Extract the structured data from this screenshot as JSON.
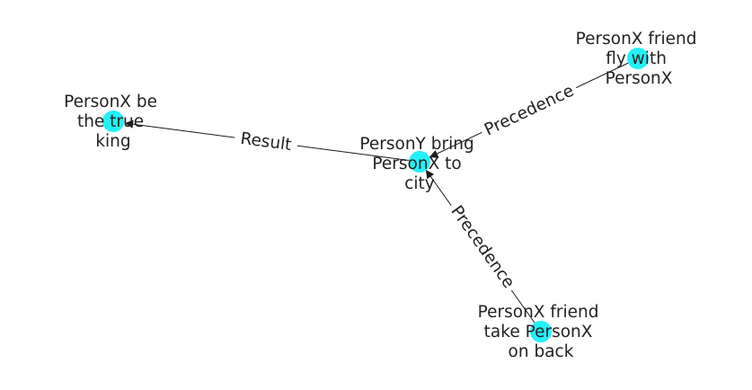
{
  "diagram": {
    "node_color": "#22f0f7",
    "edge_color": "#1a1a1a",
    "nodes": [
      {
        "id": "center",
        "label_lines": [
          "PersonY bring",
          "PersonX to",
          "city"
        ]
      },
      {
        "id": "king",
        "label_lines": [
          "PersonX be",
          "the true",
          "king"
        ]
      },
      {
        "id": "fly",
        "label_lines": [
          "PersonX friend",
          "fly with",
          "PersonX"
        ]
      },
      {
        "id": "back",
        "label_lines": [
          "PersonX friend",
          "take PersonX",
          "on back"
        ]
      }
    ],
    "edges": [
      {
        "from": "center",
        "to": "king",
        "label": "Result"
      },
      {
        "from": "fly",
        "to": "center",
        "label": "Precedence"
      },
      {
        "from": "back",
        "to": "center",
        "label": "Precedence"
      }
    ]
  }
}
